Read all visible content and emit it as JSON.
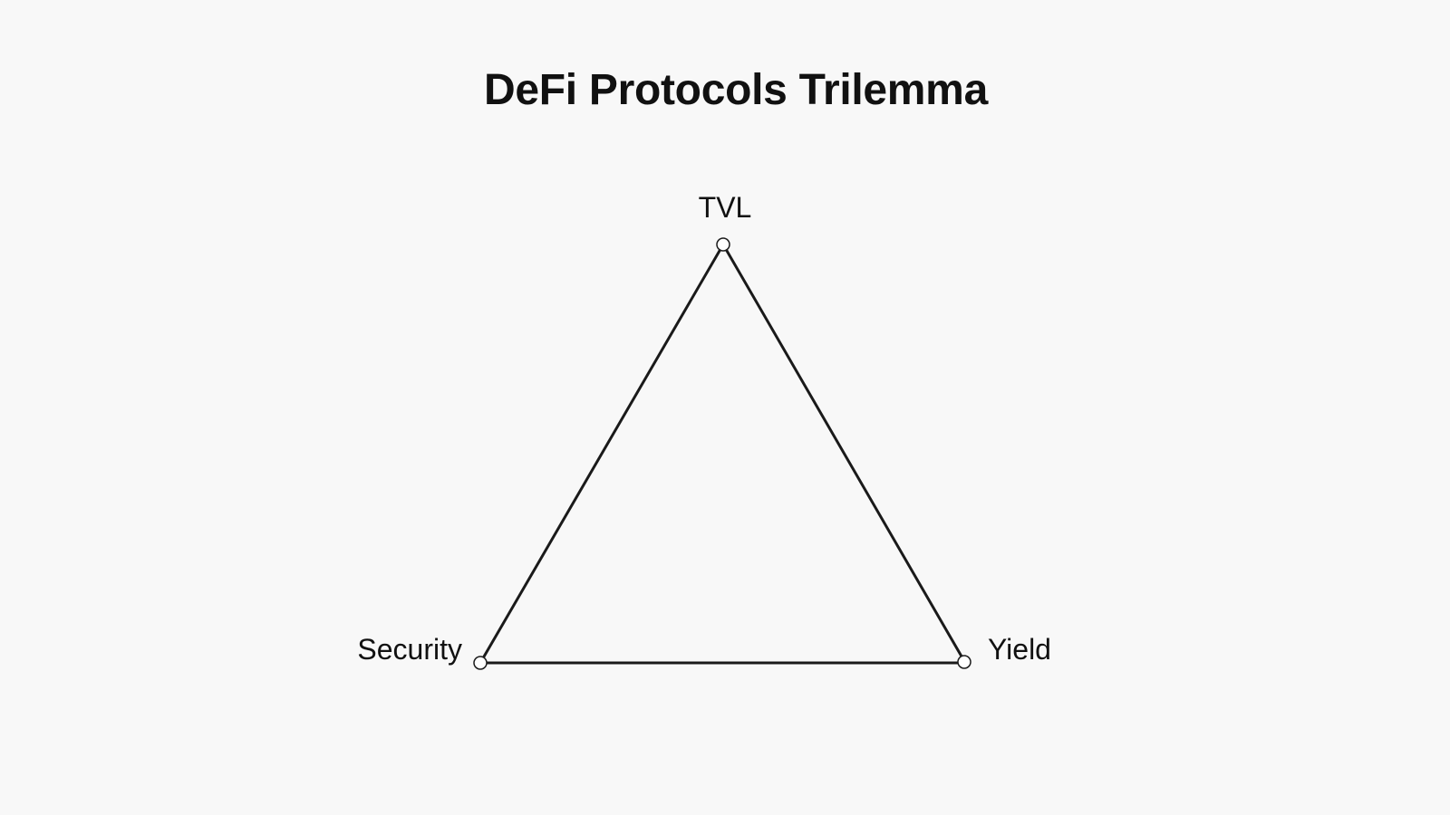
{
  "title": "DeFi Protocols Trilemma",
  "diagram": {
    "vertices": [
      {
        "id": "top",
        "label": "TVL"
      },
      {
        "id": "left",
        "label": "Security"
      },
      {
        "id": "right",
        "label": "Yield"
      }
    ],
    "edges": [
      {
        "from": "top",
        "to": "left"
      },
      {
        "from": "top",
        "to": "right"
      },
      {
        "from": "left",
        "to": "right"
      }
    ]
  }
}
